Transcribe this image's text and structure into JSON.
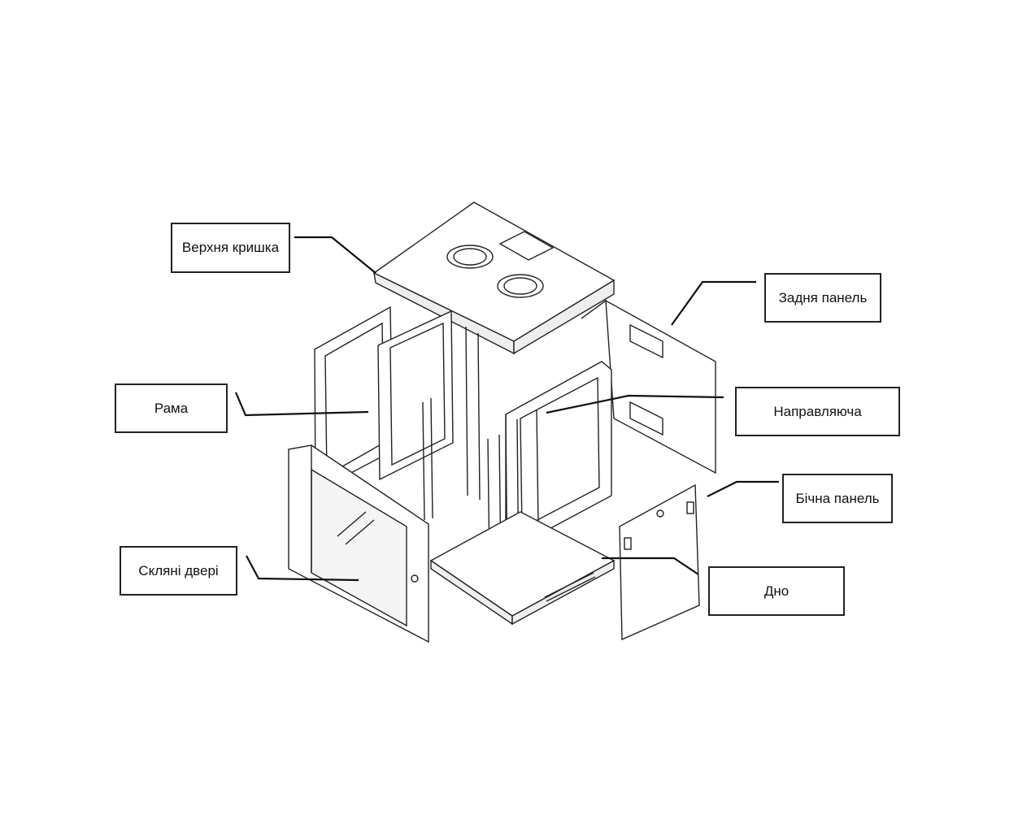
{
  "labels": {
    "top_cover": "Верхня кришка",
    "back_panel": "Задня панель",
    "frame": "Рама",
    "rail": "Направляюча",
    "side_panel": "Бічна панель",
    "glass_door": "Скляні двері",
    "bottom": "Дно"
  }
}
